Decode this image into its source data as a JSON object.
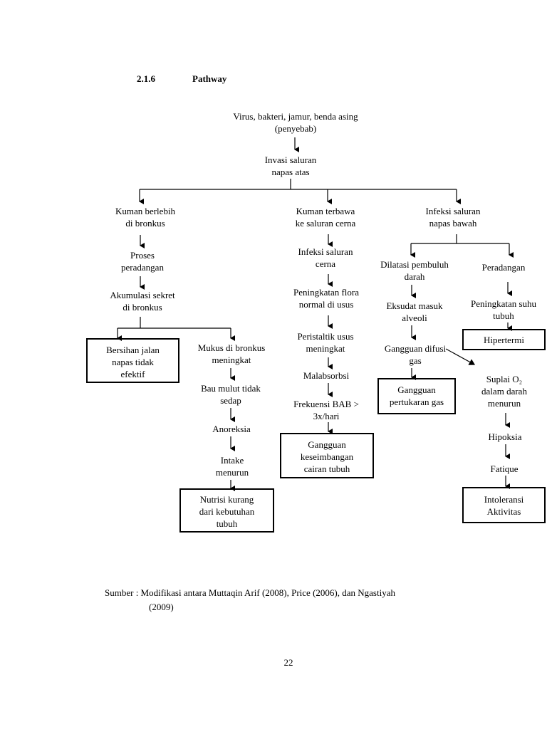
{
  "heading": {
    "number": "2.1.6",
    "title": "Pathway"
  },
  "nodes": {
    "cause": [
      "Virus, bakteri, jamur, benda asing",
      "(penyebab)"
    ],
    "invasion": [
      "Invasi saluran",
      "napas atas"
    ],
    "left_branch": [
      "Kuman berlebih",
      "di bronkus"
    ],
    "middle_branch": [
      "Kuman terbawa",
      "ke saluran cerna"
    ],
    "right_branch": [
      "Infeksi saluran",
      "napas bawah"
    ],
    "inflammation_process": [
      "Proses",
      "peradangan"
    ],
    "secretion": [
      "Akumulasi sekret",
      "di bronkus"
    ],
    "mucus": [
      "Mukus di bronkus",
      "meningkat"
    ],
    "bad_breath": [
      "Bau mulut tidak",
      "sedap"
    ],
    "anorexia": [
      "Anoreksia"
    ],
    "intake": [
      "Intake",
      "menurun"
    ],
    "gi_infection": [
      "Infeksi saluran",
      "cerna"
    ],
    "flora": [
      "Peningkatan flora",
      "normal di usus"
    ],
    "peristalsis": [
      "Peristaltik usus",
      "meningkat"
    ],
    "malabsorption": [
      "Malabsorbsi"
    ],
    "bowel_freq": [
      "Frekuensi BAB >",
      "3x/hari"
    ],
    "vasodilation": [
      "Dilatasi pembuluh",
      "darah"
    ],
    "exudate": [
      "Eksudat masuk",
      "alveoli"
    ],
    "diffusion": [
      "Gangguan difusi",
      "gas"
    ],
    "inflammation": [
      "Peradangan"
    ],
    "temperature": [
      "Peningkatan suhu",
      "tubuh"
    ],
    "o2_supply": [
      "Suplai O₂",
      "dalam darah",
      "menurun"
    ],
    "hypoxia": [
      "Hipoksia"
    ],
    "fatigue": [
      "Fatique"
    ]
  },
  "diagnoses": {
    "airway": [
      "Bersihan jalan",
      "napas tidak",
      "efektif"
    ],
    "nutrition": [
      "Nutrisi kurang",
      "dari kebutuhan",
      "tubuh"
    ],
    "fluid": [
      "Gangguan",
      "keseimbangan",
      "cairan tubuh"
    ],
    "gas_exchange": [
      "Gangguan",
      "pertukaran gas"
    ],
    "hyperthermia": [
      "Hipertermi"
    ],
    "activity": [
      "Intoleransi",
      "Aktivitas"
    ]
  },
  "source": {
    "line1": "Sumber : Modifikasi antara Muttaqin Arif (2008), Price (2006), dan Ngastiyah",
    "line2": "(2009)"
  },
  "page_number": "22"
}
